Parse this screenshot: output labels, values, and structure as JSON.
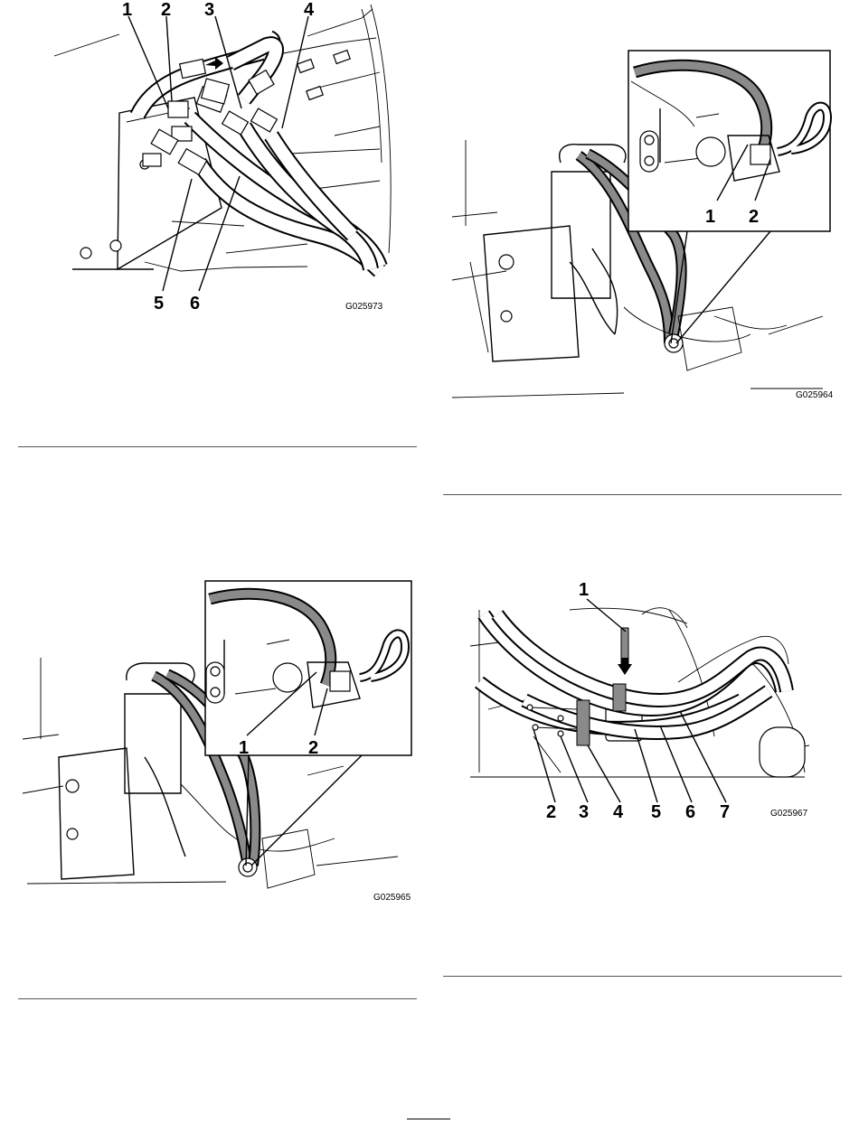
{
  "figures": [
    {
      "id": "G025973",
      "code": "G025973",
      "callouts": [
        "1",
        "2",
        "3",
        "4",
        "5",
        "6"
      ]
    },
    {
      "id": "G025964",
      "code": "G025964",
      "callouts": [
        "1",
        "2"
      ]
    },
    {
      "id": "G025965",
      "code": "G025965",
      "callouts": [
        "1",
        "2"
      ]
    },
    {
      "id": "G025967",
      "code": "G025967",
      "callouts": [
        "1",
        "2",
        "3",
        "4",
        "5",
        "6",
        "7"
      ]
    }
  ]
}
